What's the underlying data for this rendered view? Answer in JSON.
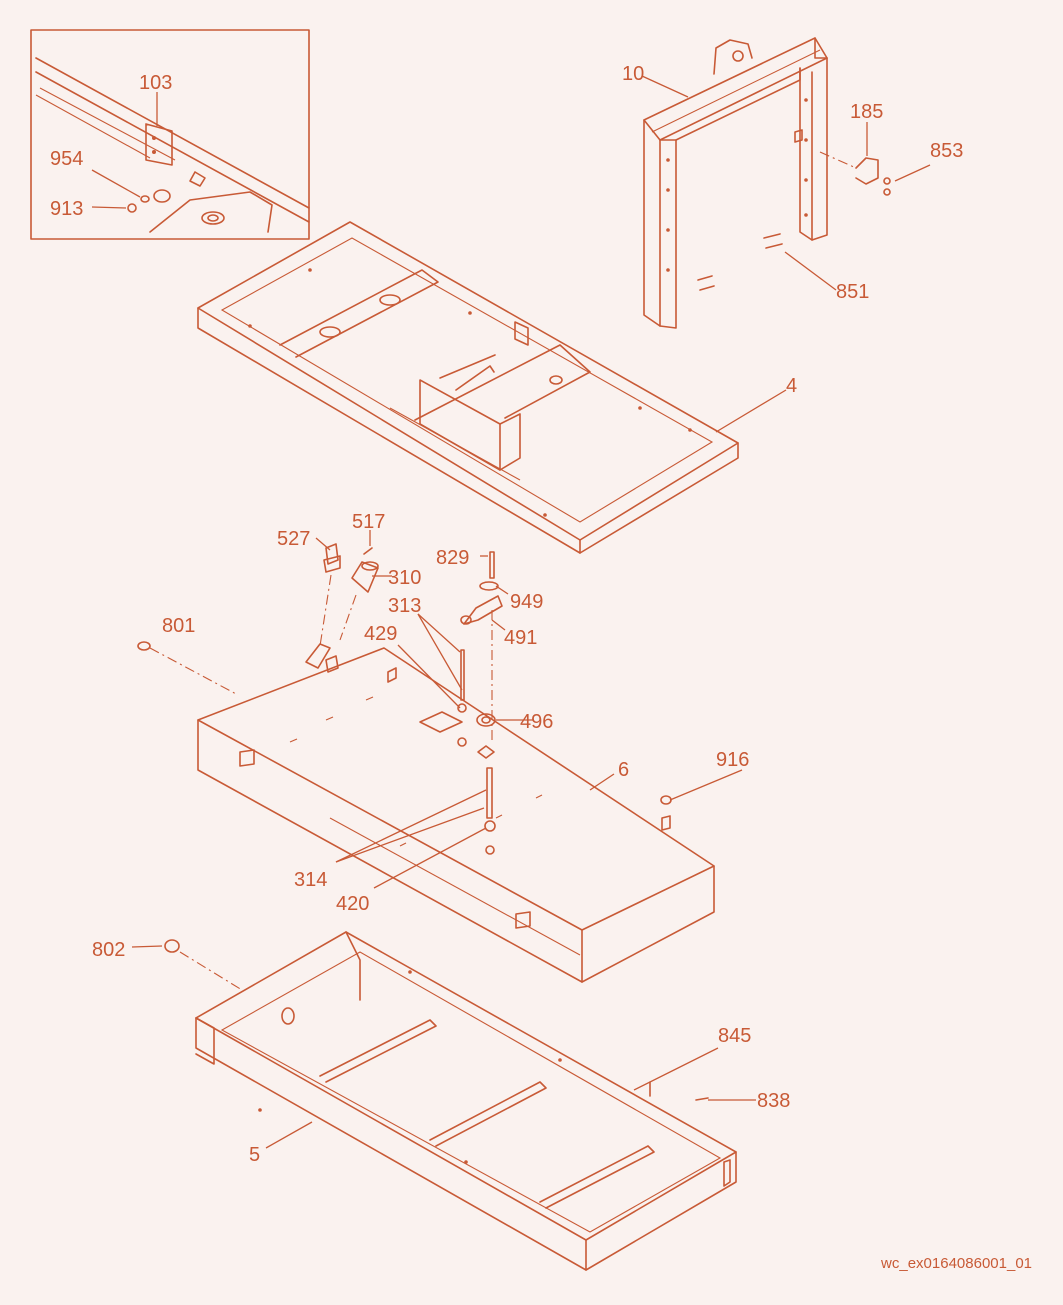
{
  "labels": {
    "p103": "103",
    "p954": "954",
    "p913": "913",
    "p10": "10",
    "p185": "185",
    "p853": "853",
    "p851": "851",
    "p4": "4",
    "p527": "527",
    "p517": "517",
    "p310": "310",
    "p829": "829",
    "p949": "949",
    "p313": "313",
    "p491": "491",
    "p429": "429",
    "p801": "801",
    "p496": "496",
    "p6": "6",
    "p916": "916",
    "p314": "314",
    "p420": "420",
    "p802": "802",
    "p845": "845",
    "p838": "838",
    "p5": "5"
  },
  "reference_code": "wc_ex0164086001_01",
  "colors": {
    "line": "#c85a36",
    "background": "#faf2ef"
  }
}
